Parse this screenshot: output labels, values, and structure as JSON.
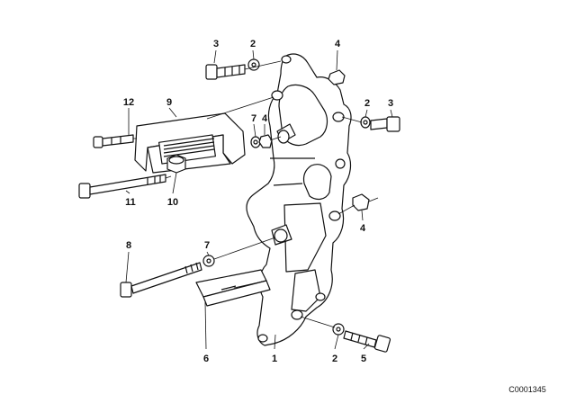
{
  "diagram": {
    "reference_code": "C0001345",
    "callouts": [
      {
        "id": "c3a",
        "label": "3"
      },
      {
        "id": "c2a",
        "label": "2"
      },
      {
        "id": "c4a",
        "label": "4"
      },
      {
        "id": "c12",
        "label": "12"
      },
      {
        "id": "c9",
        "label": "9"
      },
      {
        "id": "c7a",
        "label": "7"
      },
      {
        "id": "c4b",
        "label": "4"
      },
      {
        "id": "c2b",
        "label": "2"
      },
      {
        "id": "c3b",
        "label": "3"
      },
      {
        "id": "c11",
        "label": "11"
      },
      {
        "id": "c10",
        "label": "10"
      },
      {
        "id": "c4c",
        "label": "4"
      },
      {
        "id": "c8",
        "label": "8"
      },
      {
        "id": "c7b",
        "label": "7"
      },
      {
        "id": "c6",
        "label": "6"
      },
      {
        "id": "c1",
        "label": "1"
      },
      {
        "id": "c2c",
        "label": "2"
      },
      {
        "id": "c5",
        "label": "5"
      }
    ]
  }
}
